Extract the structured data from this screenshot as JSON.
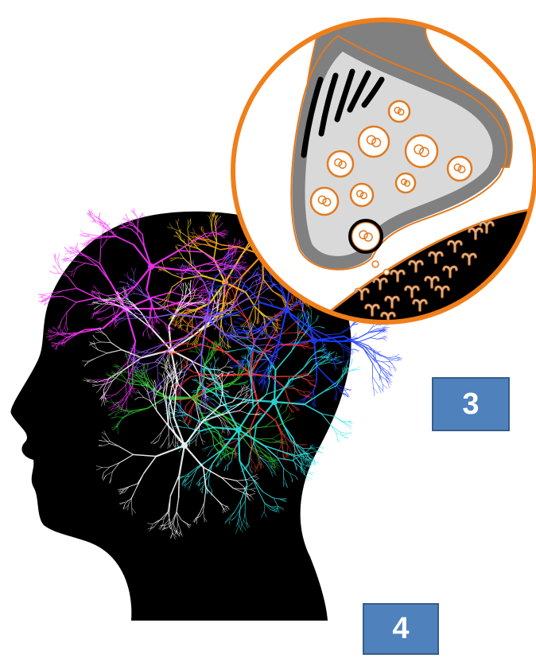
{
  "labels": {
    "box_3": "3",
    "box_4": "4"
  },
  "colors": {
    "background": "#ffffff",
    "head_silhouette": "#000000",
    "zoom_ring": "#f07f1a",
    "terminal_fill": "#d9d9d9",
    "terminal_edge": "#808080",
    "vesicle": "#e37a1f",
    "label_box": "#4f81bd",
    "label_box_border": "#385d8a",
    "label_text": "#ffffff",
    "neuron_colors": [
      "#ff33ff",
      "#ffd21f",
      "#ffffff",
      "#1d3cff",
      "#2ee6e6",
      "#2ecc2e",
      "#ff3333",
      "#ff9f1a",
      "#9b59ff"
    ]
  },
  "icons": [
    "head-silhouette",
    "neuron-network",
    "synapse-zoom",
    "receptor-icon",
    "vesicle-icon"
  ]
}
